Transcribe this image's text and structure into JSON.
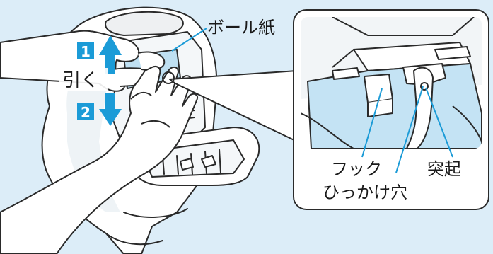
{
  "colors": {
    "background": "#dcedf8",
    "accent": "#1b9bd7",
    "outline": "#2a2a2a",
    "callout_fill": "#c4e3f4",
    "leader": "#1b9bd7"
  },
  "labels": {
    "cardboard": "ボール紙",
    "pull": "引く",
    "step1": "1",
    "step2": "2",
    "hook": "フック",
    "hook_hole": "ひっかけ穴",
    "protrusion": "突起"
  },
  "icons": {
    "up_arrow": "arrow-up-icon",
    "down_arrow": "arrow-down-icon"
  }
}
